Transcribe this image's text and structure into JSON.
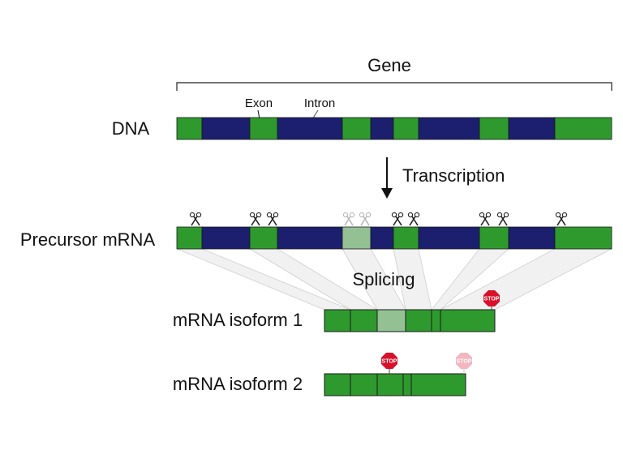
{
  "labels": {
    "gene": "Gene",
    "exon": "Exon",
    "intron": "Intron",
    "dna": "DNA",
    "transcription": "Transcription",
    "precursor": "Precursor mRNA",
    "splicing": "Splicing",
    "isoform1": "mRNA isoform 1",
    "isoform2": "mRNA isoform 2",
    "stop": "STOP"
  },
  "colors": {
    "exon": "#2e9a2e",
    "intron": "#1c1f6e",
    "alt_exon": "#93c193",
    "stop": "#d8102a",
    "stop_faded": "#f2b6bf",
    "connector": "#efefef"
  },
  "segments": [
    {
      "type": "exon"
    },
    {
      "type": "intron"
    },
    {
      "type": "exon"
    },
    {
      "type": "intron"
    },
    {
      "type": "exon"
    },
    {
      "type": "intron"
    },
    {
      "type": "exon"
    },
    {
      "type": "intron"
    },
    {
      "type": "exon"
    },
    {
      "type": "intron"
    },
    {
      "type": "exon"
    }
  ]
}
